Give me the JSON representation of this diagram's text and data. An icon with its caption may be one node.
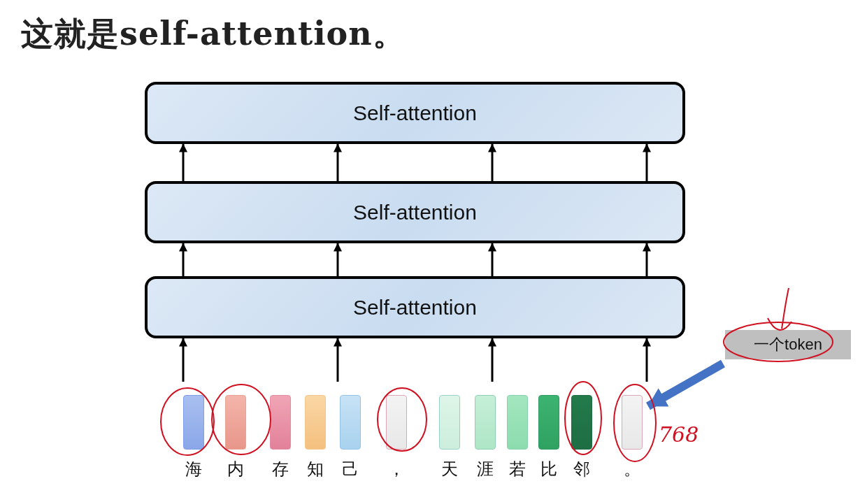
{
  "diagram": {
    "title": "这就是self-attention。",
    "nodes": [
      {
        "text": [
          "Self-attention"
        ]
      },
      {
        "text": [
          "Self-attention"
        ]
      },
      {
        "text": [
          "Self-attention"
        ]
      },
      {
        "text": [
          "海"
        ]
      },
      {
        "text": [
          "内"
        ]
      },
      {
        "text": [
          "存"
        ]
      },
      {
        "text": [
          "知"
        ]
      },
      {
        "text": [
          "己"
        ]
      },
      {
        "text": [
          "，"
        ]
      },
      {
        "text": [
          "天"
        ]
      },
      {
        "text": [
          "涯"
        ]
      },
      {
        "text": [
          "若"
        ]
      },
      {
        "text": [
          "比"
        ]
      },
      {
        "text": [
          "邻"
        ]
      },
      {
        "text": [
          "。"
        ]
      },
      {
        "text": [
          "一个token"
        ]
      }
    ],
    "edges": [
      {
        "from": 1,
        "to": 0,
        "arrow": "to"
      },
      {
        "from": 1,
        "to": 0,
        "arrow": "to"
      },
      {
        "from": 1,
        "to": 0,
        "arrow": "to"
      },
      {
        "from": 1,
        "to": 0,
        "arrow": "to"
      },
      {
        "from": 2,
        "to": 1,
        "arrow": "to"
      },
      {
        "from": 2,
        "to": 1,
        "arrow": "to"
      },
      {
        "from": 2,
        "to": 1,
        "arrow": "to"
      },
      {
        "from": 2,
        "to": 1,
        "arrow": "to"
      },
      {
        "from": null,
        "to": 2,
        "arrow": "to"
      },
      {
        "from": null,
        "to": 2,
        "arrow": "to"
      },
      {
        "from": null,
        "to": 2,
        "arrow": "to"
      },
      {
        "from": null,
        "to": 2,
        "arrow": "to"
      },
      {
        "from": 15,
        "to": 14,
        "arrow": "to",
        "style": "thick",
        "color": "#4472c4"
      }
    ],
    "labels": [
      "768"
    ]
  }
}
